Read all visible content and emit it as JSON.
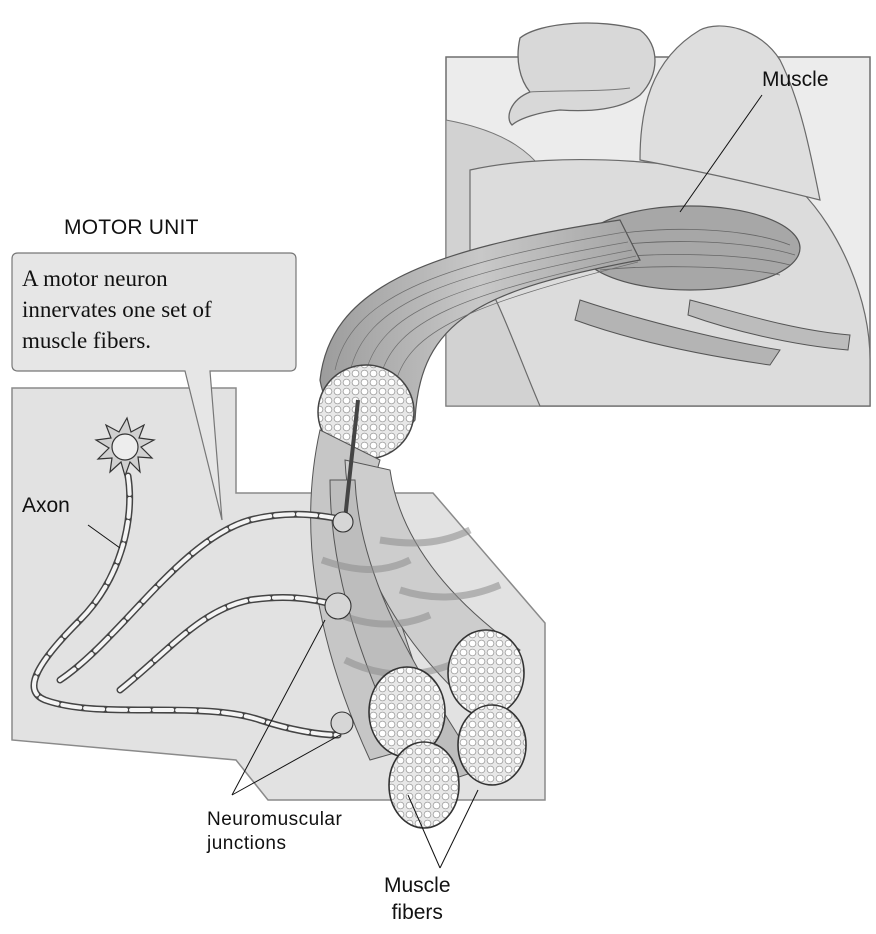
{
  "diagram": {
    "title": "MOTOR UNIT",
    "callout_lines": [
      "A motor neuron",
      "innervates one set of",
      "muscle fibers."
    ],
    "labels": {
      "muscle": "Muscle",
      "axon": "Axon",
      "junctions_lines": [
        "Neuromuscular",
        "junctions"
      ],
      "fibers_lines": [
        "Muscle",
        "fibers"
      ]
    },
    "colors": {
      "panel_bg": "#e2e2e2",
      "panel_border": "#8a8a8a",
      "callout_bg": "#e6e6e6",
      "tissue": "#bdbdbd",
      "tissue_dark": "#8f8f8f",
      "skin": "#d4d4d4",
      "ink": "#111111"
    },
    "icons": [
      "neuron-cell-body-icon",
      "neuromuscular-junction-icon"
    ]
  }
}
